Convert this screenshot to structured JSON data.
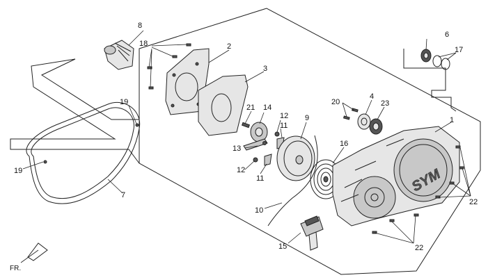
{
  "callouts": [
    {
      "id": "8",
      "text": "8"
    },
    {
      "id": "18",
      "text": "18"
    },
    {
      "id": "2",
      "text": "2"
    },
    {
      "id": "3",
      "text": "3"
    },
    {
      "id": "6",
      "text": "6"
    },
    {
      "id": "17",
      "text": "17"
    },
    {
      "id": "19a",
      "text": "19"
    },
    {
      "id": "19b",
      "text": "19"
    },
    {
      "id": "7",
      "text": "7"
    },
    {
      "id": "21",
      "text": "21"
    },
    {
      "id": "14",
      "text": "14"
    },
    {
      "id": "12a",
      "text": "12"
    },
    {
      "id": "12b",
      "text": "12"
    },
    {
      "id": "11a",
      "text": "11"
    },
    {
      "id": "11b",
      "text": "11"
    },
    {
      "id": "9",
      "text": "9"
    },
    {
      "id": "13",
      "text": "13"
    },
    {
      "id": "20",
      "text": "20"
    },
    {
      "id": "4",
      "text": "4"
    },
    {
      "id": "23",
      "text": "23"
    },
    {
      "id": "1",
      "text": "1"
    },
    {
      "id": "16",
      "text": "16"
    },
    {
      "id": "10",
      "text": "10"
    },
    {
      "id": "15",
      "text": "15"
    },
    {
      "id": "22a",
      "text": "22"
    },
    {
      "id": "22b",
      "text": "22"
    }
  ],
  "orientation": {
    "text": "FR."
  },
  "cover_logo": {
    "text": "SYM"
  }
}
